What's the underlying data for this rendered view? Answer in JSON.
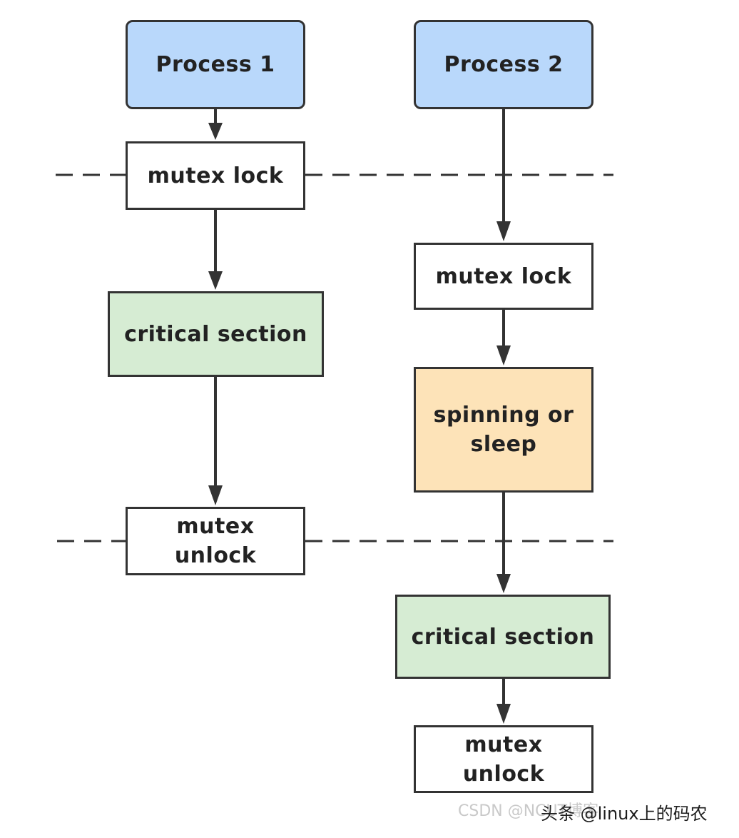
{
  "nodes": {
    "process1": "Process 1",
    "process2": "Process 2",
    "lock1": "mutex lock",
    "critical1": "critical section",
    "unlock1": "mutex\nunlock",
    "lock2": "mutex lock",
    "spin2": "spinning or\nsleep",
    "critical2": "critical section",
    "unlock2": "mutex\nunlock"
  },
  "colors": {
    "process_fill": "#b9d8fb",
    "critical_fill": "#d6ecd3",
    "spin_fill": "#fde3b8",
    "plain_fill": "#ffffff",
    "stroke": "#333333"
  },
  "watermarks": {
    "csdn": "CSDN @NCUT博客",
    "toutiao": "头条 @linux上的码农"
  }
}
